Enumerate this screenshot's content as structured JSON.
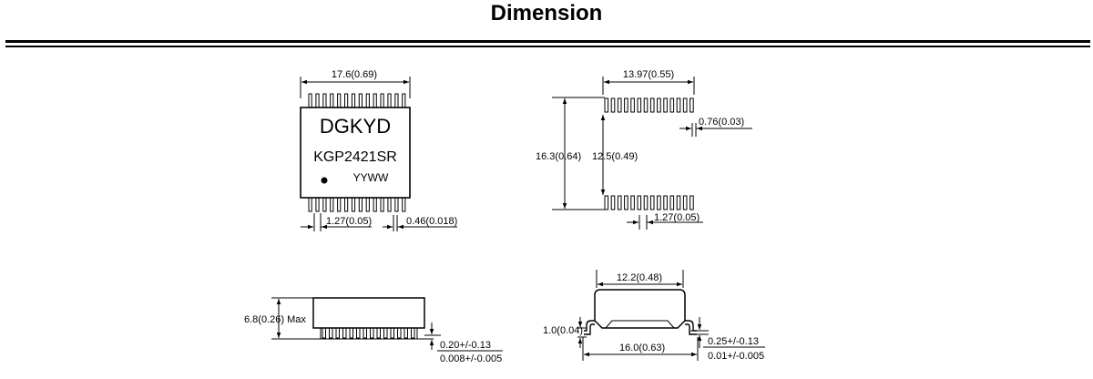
{
  "page": {
    "title": "Dimension"
  },
  "top_view": {
    "width_dim": "17.6(0.69)",
    "brand": "DGKYD",
    "part_number": "KGP2421SR",
    "date_code": "YYWW",
    "pitch_dim": "1.27(0.05)",
    "pin_width_dim": "0.46(0.018)"
  },
  "pad_view": {
    "pad_span_dim": "13.97(0.55)",
    "pad_width_dim": "0.76(0.03)",
    "outer_height_dim": "16.3(0.64)",
    "inner_height_dim": "12.5(0.49)",
    "pitch_dim": "1.27(0.05)"
  },
  "side_view": {
    "height_dim": "6.8(0.26) Max",
    "standoff_mm": "0.20+/-0.13",
    "standoff_in": "0.008+/-0.005"
  },
  "end_view": {
    "body_width_dim": "12.2(0.48)",
    "lead_height_dim": "1.0(0.04)",
    "overall_width_dim": "16.0(0.63)",
    "lead_thickness_mm": "0.25+/-0.13",
    "lead_thickness_in": "0.01+/-0.005"
  }
}
